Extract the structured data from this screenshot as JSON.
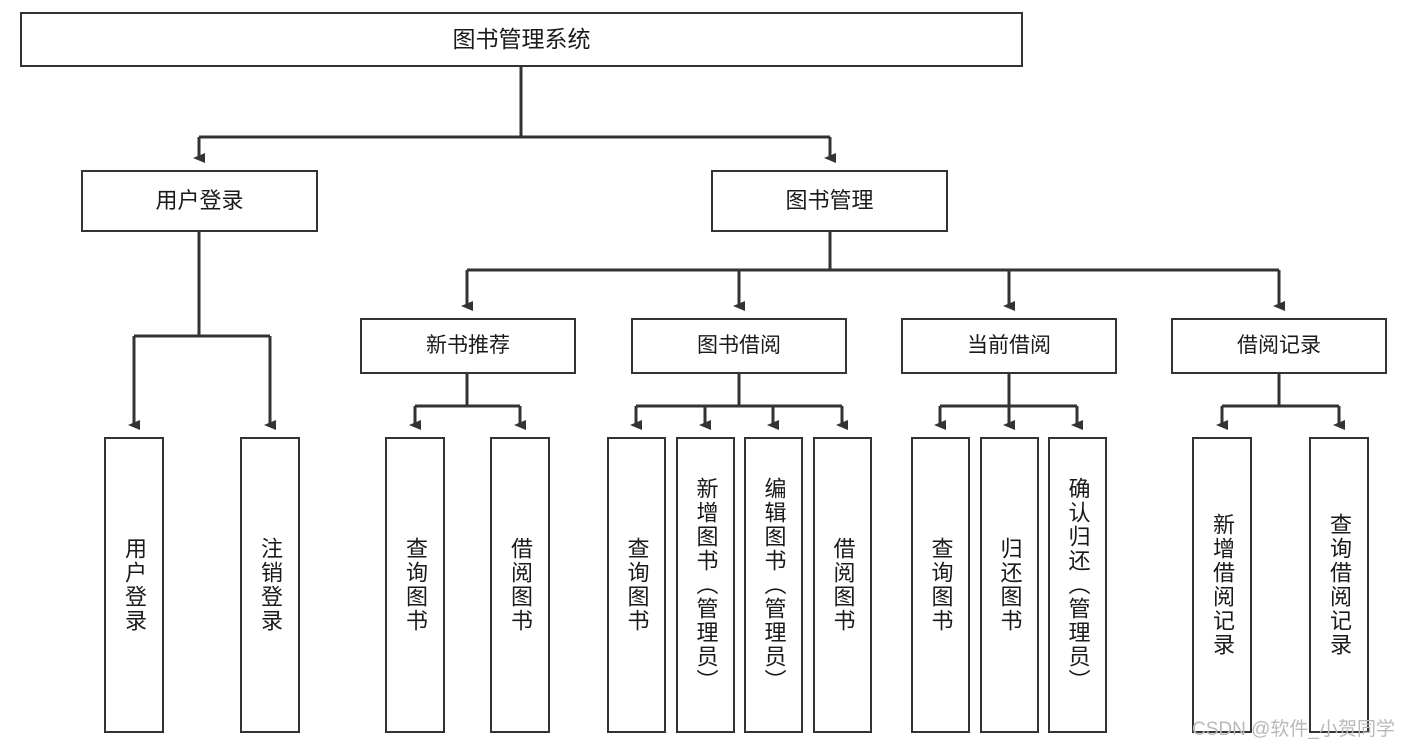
{
  "diagram": {
    "title": "图书管理系统",
    "type": "hierarchy-tree",
    "watermark": "CSDN @软件_小贺同学",
    "colors": {
      "box_border": "#333333",
      "box_fill": "#ffffff",
      "edge": "#333333",
      "text": "#1a1a1a",
      "watermark": "#b9b9b9",
      "background": "#ffffff"
    },
    "nodes": {
      "root": {
        "label": "图书管理系统"
      },
      "level2": [
        {
          "id": "user-login",
          "label": "用户登录"
        },
        {
          "id": "book-management",
          "label": "图书管理"
        }
      ],
      "level3": [
        {
          "id": "new-book-recommend",
          "label": "新书推荐"
        },
        {
          "id": "book-borrow",
          "label": "图书借阅"
        },
        {
          "id": "current-borrow",
          "label": "当前借阅"
        },
        {
          "id": "borrow-record",
          "label": "借阅记录"
        }
      ],
      "leaves": {
        "user-login": [
          {
            "id": "user-login-leaf",
            "label": "用户登录"
          },
          {
            "id": "logout-leaf",
            "label": "注销登录"
          }
        ],
        "new-book-recommend": [
          {
            "id": "query-book-1",
            "label": "查询图书"
          },
          {
            "id": "borrow-book-1",
            "label": "借阅图书"
          }
        ],
        "book-borrow": [
          {
            "id": "query-book-2",
            "label": "查询图书"
          },
          {
            "id": "add-book",
            "label": "新增图书（管理员）"
          },
          {
            "id": "edit-book",
            "label": "编辑图书（管理员）"
          },
          {
            "id": "borrow-book-2",
            "label": "借阅图书"
          }
        ],
        "current-borrow": [
          {
            "id": "query-book-3",
            "label": "查询图书"
          },
          {
            "id": "return-book",
            "label": "归还图书"
          },
          {
            "id": "confirm-return",
            "label": "确认归还（管理员）"
          }
        ],
        "borrow-record": [
          {
            "id": "add-borrow-record",
            "label": "新增借阅记录"
          },
          {
            "id": "query-borrow-record",
            "label": "查询借阅记录"
          }
        ]
      }
    }
  }
}
